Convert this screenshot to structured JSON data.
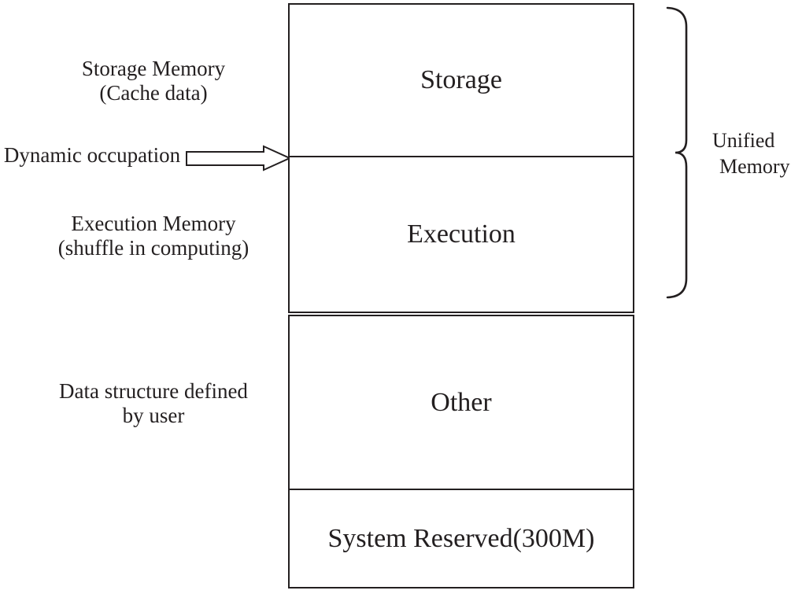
{
  "figure": {
    "left_labels": {
      "storage": {
        "line1": "Storage Memory",
        "line2": "(Cache data)"
      },
      "dynamic": {
        "line1": "Dynamic occupation"
      },
      "execution": {
        "line1": "Execution Memory",
        "line2": "(shuffle in computing)"
      },
      "data_structure": {
        "line1": "Data structure defined",
        "line2": "by user"
      }
    },
    "sections": {
      "storage": "Storage",
      "execution": "Execution",
      "other": "Other",
      "system_reserved": "System Reserved(300M)"
    },
    "right_label": {
      "line1": "Unified",
      "line2": "Memory"
    },
    "icons": {
      "arrow": "right-arrow-icon",
      "brace": "curly-brace-icon"
    },
    "colors": {
      "stroke": "#231f20",
      "text": "#231f20",
      "background": "#ffffff"
    }
  }
}
